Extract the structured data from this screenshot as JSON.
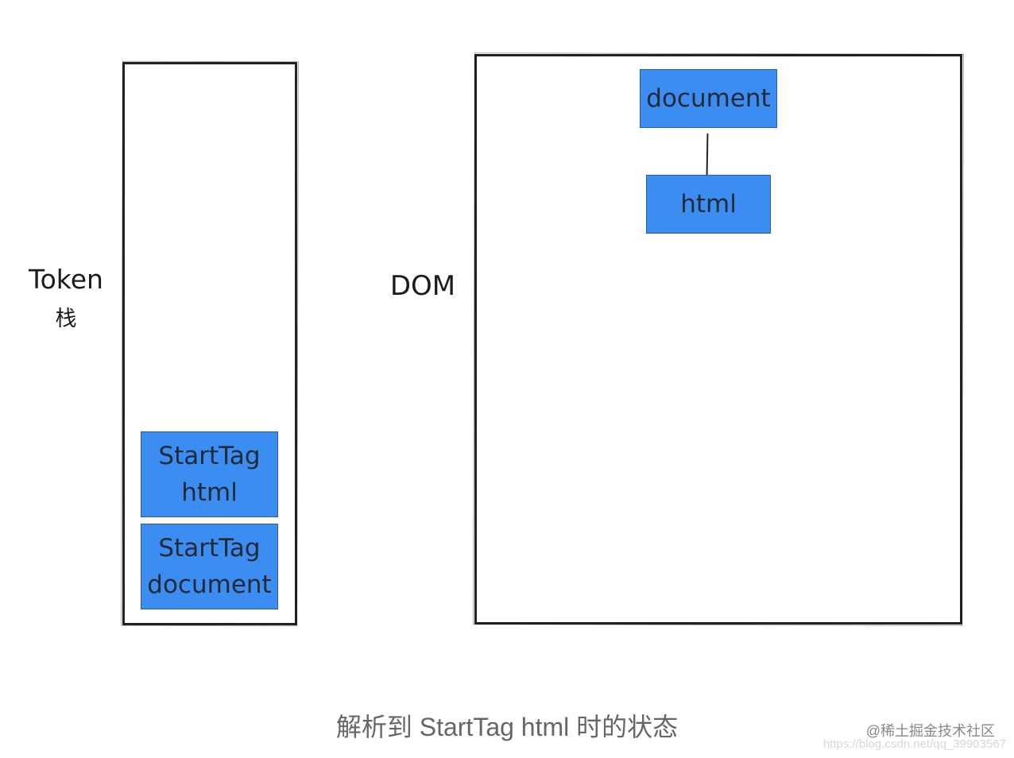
{
  "token_stack": {
    "label_line1": "Token",
    "label_line2": "栈",
    "items": [
      {
        "line1": "StartTag",
        "line2": "html"
      },
      {
        "line1": "StartTag",
        "line2": "document"
      }
    ]
  },
  "dom": {
    "label": "DOM",
    "nodes": [
      {
        "label": "document"
      },
      {
        "label": "html"
      }
    ]
  },
  "caption": "解析到 StartTag html 时的状态",
  "brand": "@稀土掘金技术社区",
  "watermark": "https://blog.csdn.net/qq_39903567",
  "colors": {
    "node_fill": "#3b8df2",
    "node_border": "#2a5aa8",
    "box_border": "#222222"
  }
}
